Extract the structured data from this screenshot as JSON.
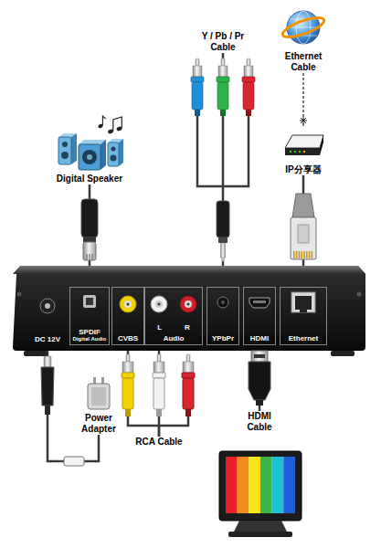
{
  "diagram": {
    "nodes": [
      {
        "text": [
          "Y / Pb / Pr Cable"
        ]
      },
      {
        "text": [
          "Ethernet Cable"
        ]
      },
      {
        "text": [
          "IP分享器"
        ]
      },
      {
        "text": [
          "Digital Speaker"
        ]
      },
      {
        "text": [
          "DC 12V"
        ]
      },
      {
        "text": [
          "SPDIF",
          "Digital Audio"
        ]
      },
      {
        "text": [
          "CVBS"
        ]
      },
      {
        "text": [
          "L",
          "R",
          "Audio"
        ]
      },
      {
        "text": [
          "YPbPr"
        ]
      },
      {
        "text": [
          "HDMI"
        ]
      },
      {
        "text": [
          "Ethernet"
        ]
      },
      {
        "text": [
          "Power Adapter"
        ]
      },
      {
        "text": [
          "RCA Cable"
        ]
      },
      {
        "text": [
          "HDMI Cable"
        ]
      }
    ],
    "edges": [
      {
        "from": 1,
        "to": 2,
        "arrow": "none"
      },
      {
        "from": 2,
        "to": 10,
        "arrow": "none"
      },
      {
        "from": 3,
        "to": 5,
        "arrow": "none"
      },
      {
        "from": 0,
        "to": 8,
        "arrow": "none"
      },
      {
        "from": 11,
        "to": 4,
        "arrow": "none"
      },
      {
        "from": 12,
        "to": 6,
        "arrow": "none"
      },
      {
        "from": 12,
        "to": 7,
        "arrow": "none"
      },
      {
        "from": 13,
        "to": 9,
        "arrow": "none"
      }
    ]
  }
}
